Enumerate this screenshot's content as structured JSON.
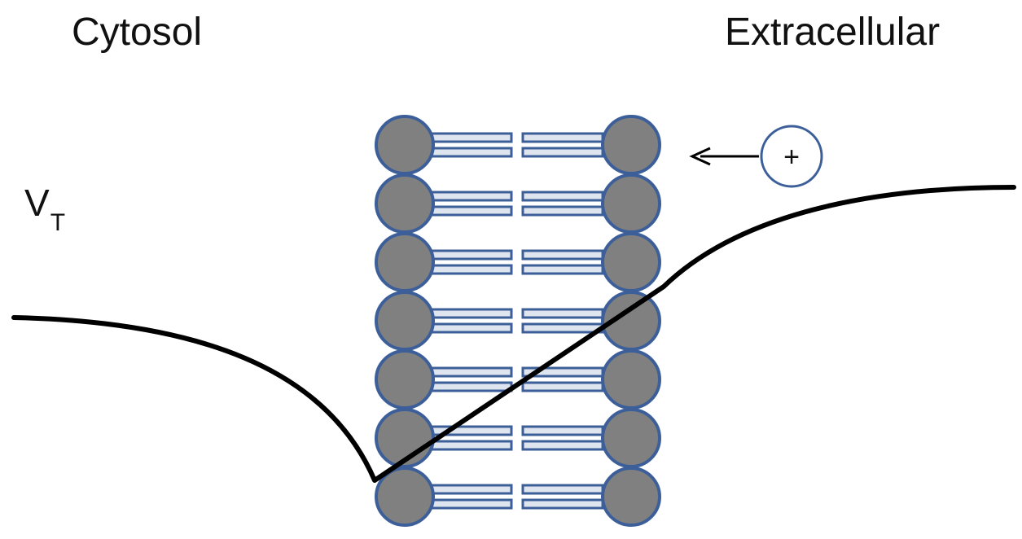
{
  "labels": {
    "cytosol": "Cytosol",
    "extracellular": "Extracellular",
    "potential": "V",
    "potential_subscript": "T",
    "ion_charge": "+"
  },
  "membrane": {
    "rows": 7,
    "head_fill": "#808080",
    "outline": "#3c5f9a",
    "tail_fill": "#dfe5ee"
  },
  "curve_color": "#000000"
}
